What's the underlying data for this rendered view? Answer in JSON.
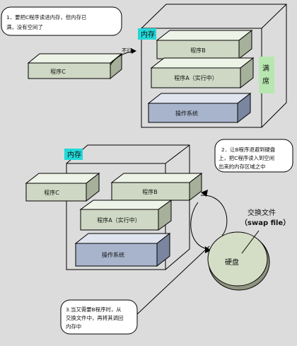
{
  "notes": {
    "note1": [
      "1．要把C程序读进内存，但内存已",
      "满，没有空间了"
    ],
    "note2": [
      "2．让B程序退避到硬盘",
      "上，把C程序读入到空闲",
      "出来的内存区域之中"
    ],
    "note3": [
      "3.当又需要B程序时，从",
      "交换文件中，再将其调回",
      "内存中"
    ]
  },
  "labels": {
    "memory": "内存",
    "program_a": "程序A（实行中）",
    "program_b": "程序B",
    "program_c": "程序C",
    "os": "操作系统",
    "cannot": "不行",
    "full": [
      "满",
      "席"
    ],
    "disk": "硬盘",
    "swap_file": "交换文件",
    "swap_file_en": "（swap file）"
  },
  "colors": {
    "memory_tag": "#22d8d8",
    "full_tag": "#b8e6b0",
    "block": "#cfd8c4",
    "os_block": "#a8b4cc",
    "disk": "#d4dec6"
  }
}
